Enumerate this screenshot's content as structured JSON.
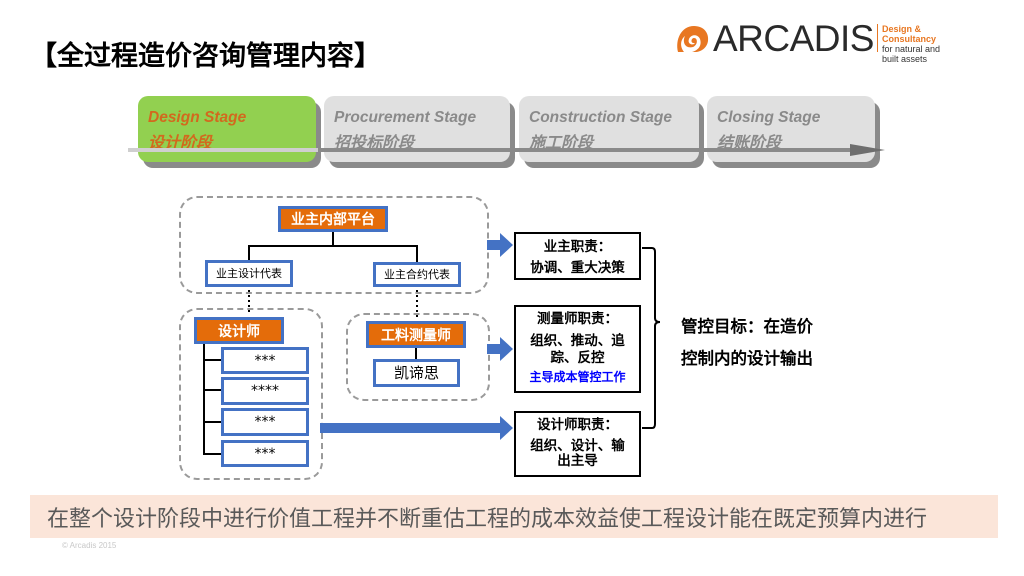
{
  "title": "【全过程造价咨询管理内容】",
  "logo": {
    "wordmark": "ARCADIS",
    "tagline_1": "Design & Consultancy",
    "tagline_2": "for natural and",
    "tagline_3": "built assets",
    "icon": "arcadis-swirl-icon",
    "brand_color": "#e87722"
  },
  "stages": [
    {
      "en": "Design Stage",
      "cn": "设计阶段",
      "active": true
    },
    {
      "en": "Procurement Stage",
      "cn": "招投标阶段",
      "active": false
    },
    {
      "en": "Construction Stage",
      "cn": "施工阶段",
      "active": false
    },
    {
      "en": "Closing Stage",
      "cn": "结账阶段",
      "active": false
    }
  ],
  "org": {
    "owner_platform": "业主内部平台",
    "owner_design_rep": "业主设计代表",
    "owner_contract_rep": "业主合约代表",
    "designer": "设计师",
    "designer_items": [
      "***",
      "****",
      "***",
      "***"
    ],
    "qs": "工料测量师",
    "qs_firm": "凯谛思"
  },
  "responsibilities": {
    "owner": {
      "title": "业主职责：",
      "body": "协调、重大决策"
    },
    "qs": {
      "title": "测量师职责：",
      "body": "组织、推动、追踪、反控",
      "highlight": "主导成本管控工作"
    },
    "designer": {
      "title": "设计师职责：",
      "body": "组织、设计、输出主导"
    }
  },
  "goal": {
    "line1": "管控目标：在造价",
    "line2": "控制内的设计输出"
  },
  "banner": "在整个设计阶段中进行价值工程并不断重估工程的成本效益使工程设计能在既定预算内进行",
  "copyright": "© Arcadis 2015",
  "colors": {
    "active_stage": "#92d050",
    "active_stage_text": "#d2691e",
    "inactive_stage": "#e0e0e0",
    "orange": "#e46c0a",
    "blue": "#4472c4",
    "banner_bg": "#fbe5d9",
    "highlight_text": "#0000ff"
  }
}
